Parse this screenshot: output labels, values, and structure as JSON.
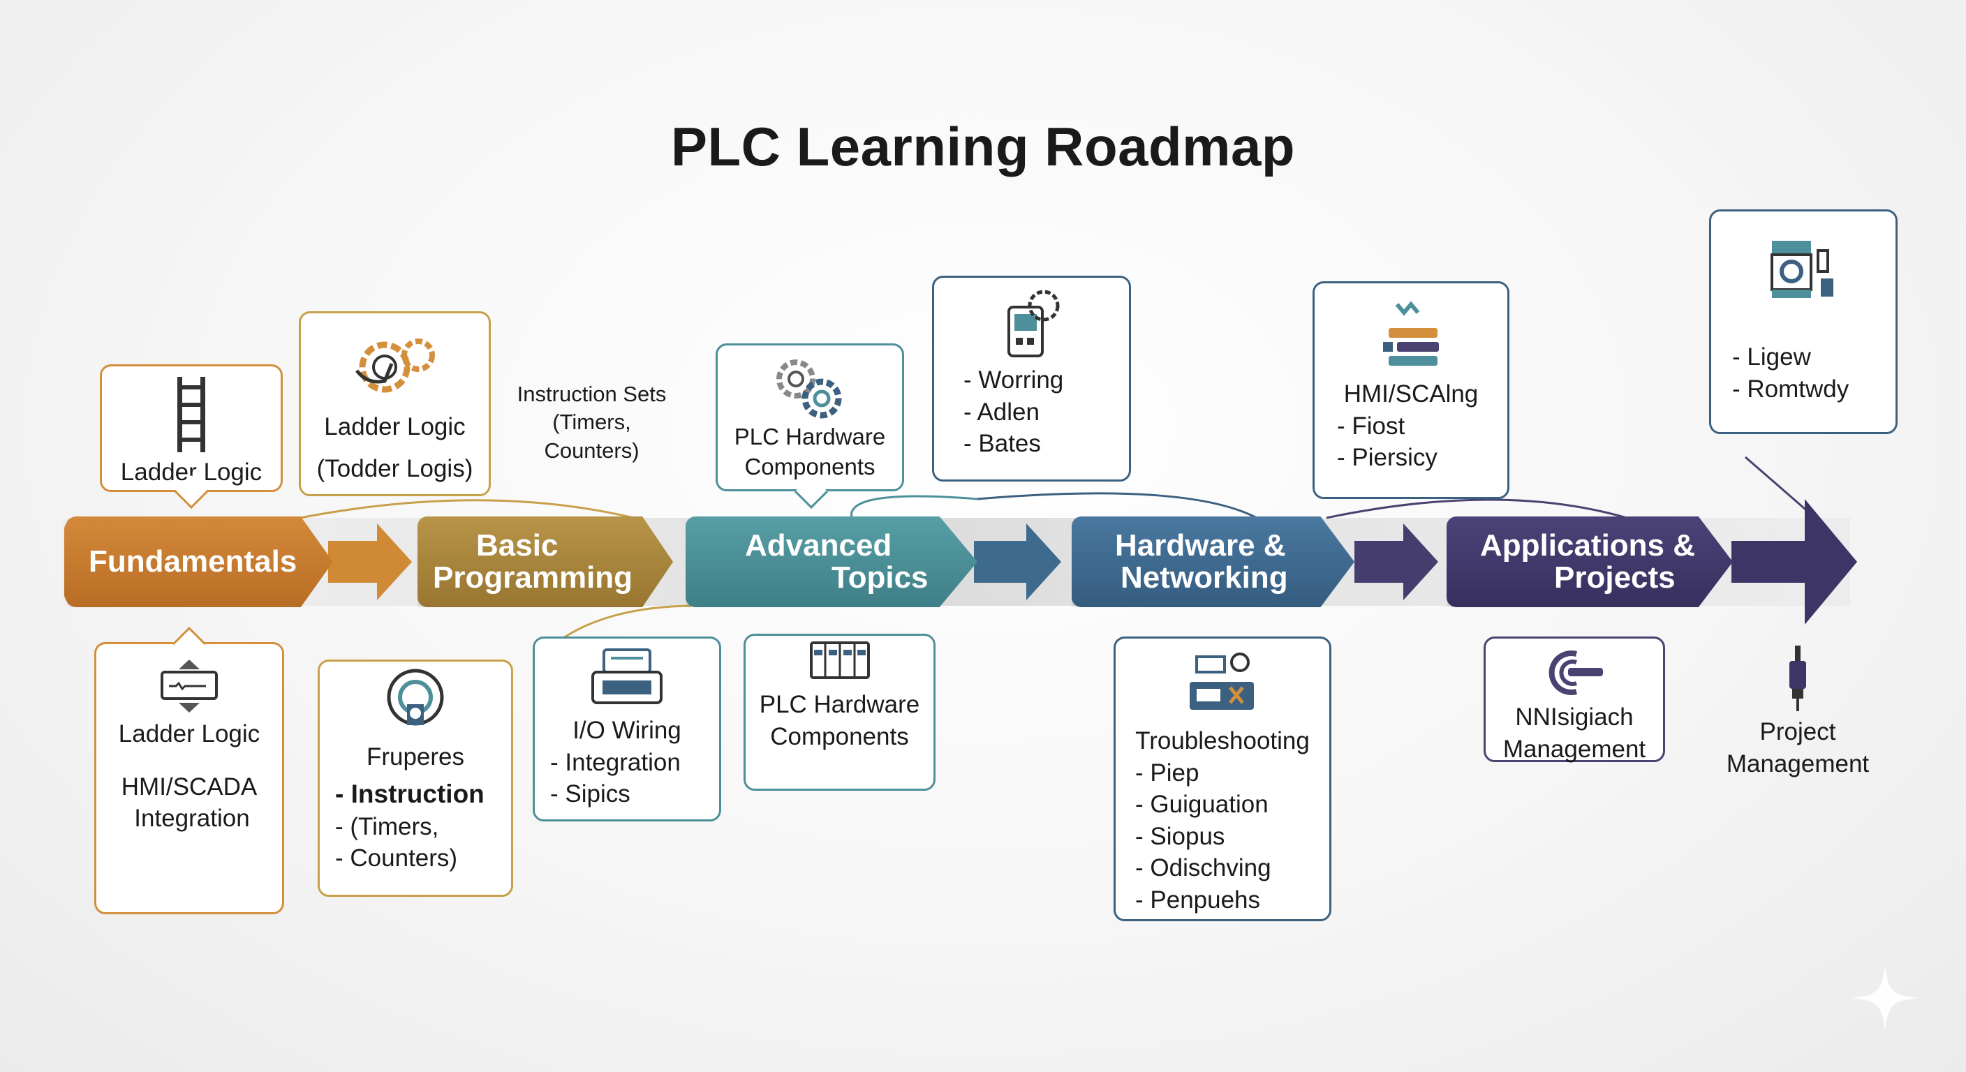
{
  "title": "PLC Learning Roadmap",
  "colors": {
    "fundamentals": "#c97b2f",
    "basic_programming": "#a9873c",
    "advanced_topics": "#4d9097",
    "hardware_networking": "#3f6b8f",
    "applications_projects": "#433b6a"
  },
  "stages": [
    {
      "label_1": "Fundamentals",
      "label_2": ""
    },
    {
      "label_1": "Basic",
      "label_2": "Programming"
    },
    {
      "label_1": "Advanced",
      "label_2": "Topics"
    },
    {
      "label_1": "Hardware &",
      "label_2": "Networking"
    },
    {
      "label_1": "Applications &",
      "label_2": "Projects"
    }
  ],
  "cards": {
    "fund_top": {
      "icon": "ladder-icon",
      "label": "Ladder Logic"
    },
    "fund_bottom": {
      "icon": "display-panel-icon",
      "line_1": "Ladder Logic",
      "line_2": "HMI/SCADA",
      "line_3": "Integration"
    },
    "basic_top": {
      "icon": "gear-hand-icon",
      "line_1": "Ladder Logic",
      "line_2": "(Todder Logis)"
    },
    "basic_note": {
      "line_1": "Instruction Sets",
      "line_2": "(Timers, Counters)"
    },
    "basic_bottom": {
      "icon": "wiring-head-icon",
      "title": "Fruperes",
      "items": [
        "Instruction",
        "(Timers,",
        "Counters)"
      ]
    },
    "basic_bottom2": {
      "icon": "printer-icon",
      "title": "I/O Wiring",
      "items": [
        "Integration",
        "Sipics"
      ]
    },
    "adv_top": {
      "icon": "gears-icon",
      "line_1": "PLC Hardware",
      "line_2": "Components"
    },
    "adv_top2": {
      "icon": "device-gear-icon",
      "items": [
        "Worring",
        "Adlen",
        "Bates"
      ]
    },
    "adv_bottom": {
      "icon": "rack-modules-icon",
      "line_1": "PLC Hardware",
      "line_2": "Components"
    },
    "hw_top": {
      "icon": "network-blocks-icon",
      "title": "HMI/SCAlng",
      "items": [
        "Fiost",
        "Piersicy"
      ]
    },
    "hw_bottom": {
      "icon": "control-panel-icon",
      "title": "Troubleshooting",
      "items": [
        "Piep",
        "Guiguation",
        "Siopus",
        "Odischving",
        "Penpuehs"
      ]
    },
    "app_top": {
      "icon": "machine-panel-icon",
      "items": [
        "Ligew",
        "Romtwdy"
      ]
    },
    "app_bottom": {
      "icon": "ring-probe-icon",
      "line_1": "NNIsigiach",
      "line_2": "Management"
    },
    "app_end": {
      "icon": "connector-plug-icon",
      "line_1": "Project",
      "line_2": "Management"
    }
  }
}
